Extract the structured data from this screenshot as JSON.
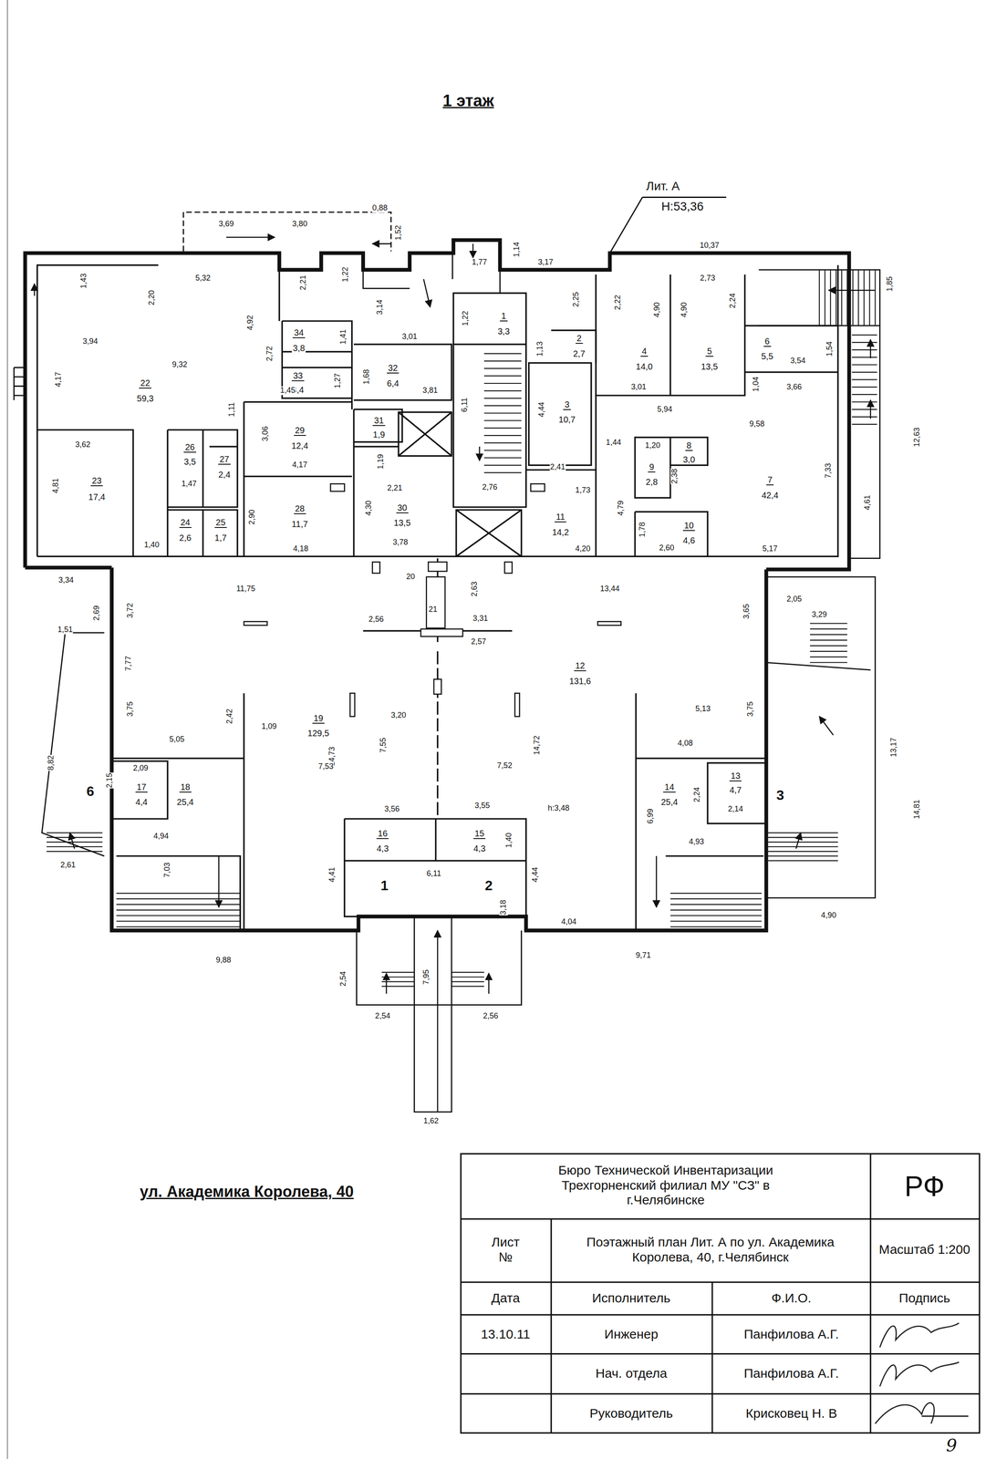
{
  "diagram": {
    "title": "1 этаж",
    "caption": "ул. Академика Королева, 40",
    "labels": [
      "Лит. А",
      "Н:53,36",
      "0,88",
      "3,69",
      "3,80",
      "1,52",
      "1,14",
      "10,37",
      "1,77",
      "3,17",
      "5,32",
      "2,73",
      "1,43",
      "1,22",
      "2,21",
      "1,85",
      "2,20",
      "2,25",
      "2,22",
      "2,24",
      "3,14",
      "4,90",
      "4,90",
      "1",
      "3,3",
      "1,22",
      "4,92",
      "34",
      "3,8",
      "1,41",
      "3,01",
      "2",
      "2,7",
      "1,13",
      "3,94",
      "6",
      "5,5",
      "4",
      "14,0",
      "5",
      "13,5",
      "2,72",
      "1,54",
      "3,54",
      "9,32",
      "32",
      "6,4",
      "33",
      "3,4",
      "1,27",
      "1,68",
      "4,17",
      "22",
      "59,3",
      "1,04",
      "3,01",
      "3,66",
      "3,81",
      "1,45",
      "6,11",
      "3",
      "10,7",
      "4,44",
      "5,94",
      "1,11",
      "9,58",
      "31",
      "1,9",
      "29",
      "12,4",
      "3,06",
      "12,63",
      "1,44",
      "1,20",
      "8",
      "3,0",
      "3,62",
      "26",
      "3,5",
      "27",
      "2,4",
      "1,19",
      "4,17",
      "2,41",
      "9",
      "2,8",
      "7,33",
      "2,38",
      "7",
      "42,4",
      "23",
      "17,4",
      "1,47",
      "4,81",
      "2,21",
      "2,76",
      "1,73",
      "4,61",
      "4,79",
      "4,30",
      "28",
      "11,7",
      "30",
      "13,5",
      "2,90",
      "11",
      "14,2",
      "24",
      "2,6",
      "25",
      "1,7",
      "10",
      "4,6",
      "1,78",
      "1,40",
      "4,18",
      "3,78",
      "4,20",
      "2,60",
      "5,17",
      "3,34",
      "20",
      "11,75",
      "2,63",
      "13,44",
      "2,05",
      "3,72",
      "2,69",
      "3,65",
      "3,29",
      "21",
      "2,56",
      "3,31",
      "1,51",
      "2,57",
      "7,77",
      "12",
      "131,6",
      "5,13",
      "3,75",
      "3,75",
      "2,42",
      "3,20",
      "19",
      "129,5",
      "1,09",
      "5,05",
      "4,08",
      "7,55",
      "14,72",
      "13,17",
      "14,73",
      "8,82",
      "7,53",
      "7,52",
      "2,09",
      "13",
      "4,7",
      "2,15",
      "17",
      "4,4",
      "18",
      "25,4",
      "14",
      "25,4",
      "6",
      "3",
      "2,24",
      "3,56",
      "3,55",
      "h:3,48",
      "2,14",
      "14,81",
      "6,99",
      "16",
      "4,3",
      "15",
      "4,3",
      "4,94",
      "1,40",
      "4,93",
      "2,61",
      "7,03",
      "6,11",
      "4,41",
      "4,44",
      "1",
      "2",
      "3,18",
      "4,90",
      "4,04",
      "9,71",
      "9,88",
      "7,95",
      "2,54",
      "2,54",
      "2,56",
      "1,62",
      "Бюро Технической Инвентаризации Трехгорненский филиал МУ \"СЗ\" в г.Челябинске",
      "РФ",
      "Лист №",
      "Поэтажный план Лит. А по ул. Академика Королева, 40, г.Челябинск",
      "Масштаб 1:200",
      "Дата",
      "Исполнитель",
      "Ф.И.О.",
      "Подпись",
      "13.10.11",
      "Инженер",
      "Панфилова А.Г.",
      "Нач. отдела",
      "Панфилова А.Г.",
      "Руководитель",
      "Крисковец Н. В",
      "9"
    ]
  }
}
